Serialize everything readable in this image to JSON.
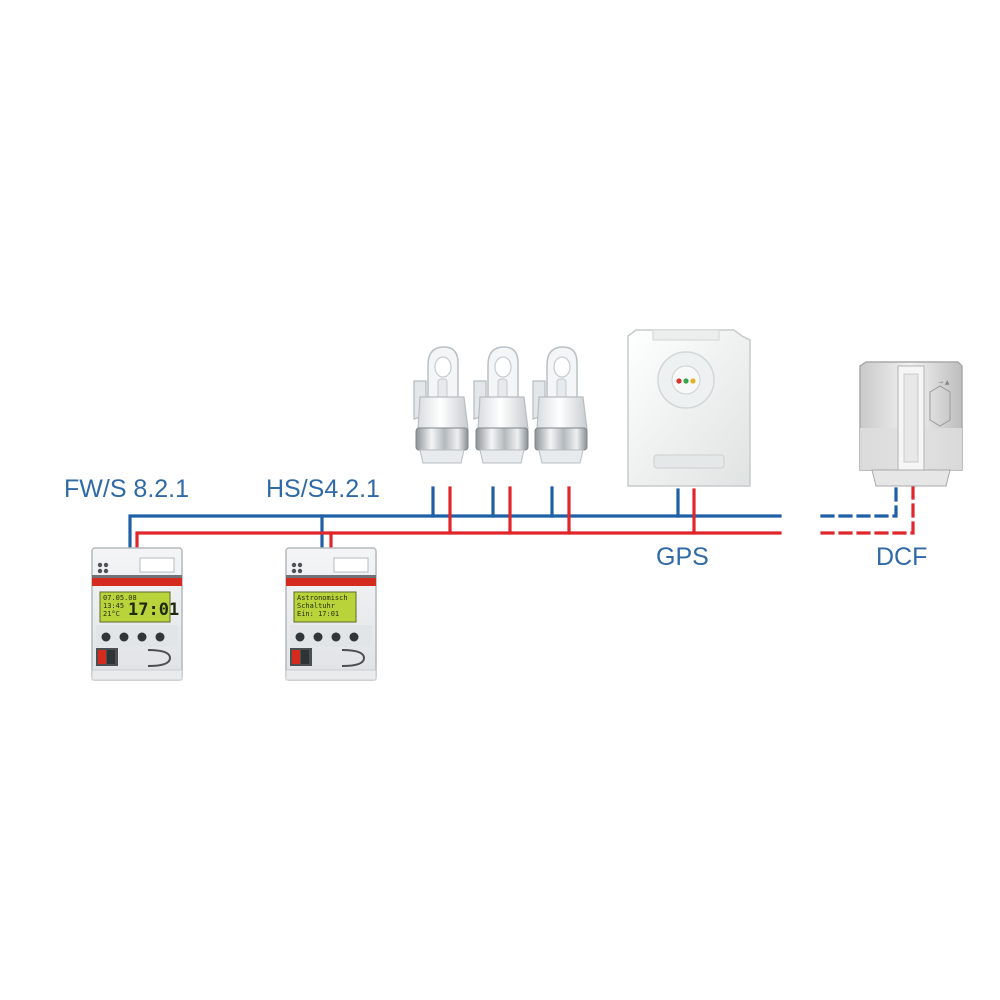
{
  "labels": {
    "fws": "FW/S 8.2.1",
    "hs": "HS/S4.2.1",
    "gps": "GPS",
    "dcf": "DCF"
  },
  "device_screens": {
    "fws_lines": [
      "07.05.08",
      "13:45",
      "21°C"
    ],
    "fws_time": "17:01",
    "hs_lines": [
      "Astronomisch",
      "Schaltuhr",
      "Ein: 17:01"
    ]
  },
  "colors": {
    "bus_blue": "#1f5fa6",
    "bus_red": "#e0262b",
    "label": "#2f6aa6",
    "lcd": "#b8d43a",
    "abb_red": "#d52b1e"
  }
}
